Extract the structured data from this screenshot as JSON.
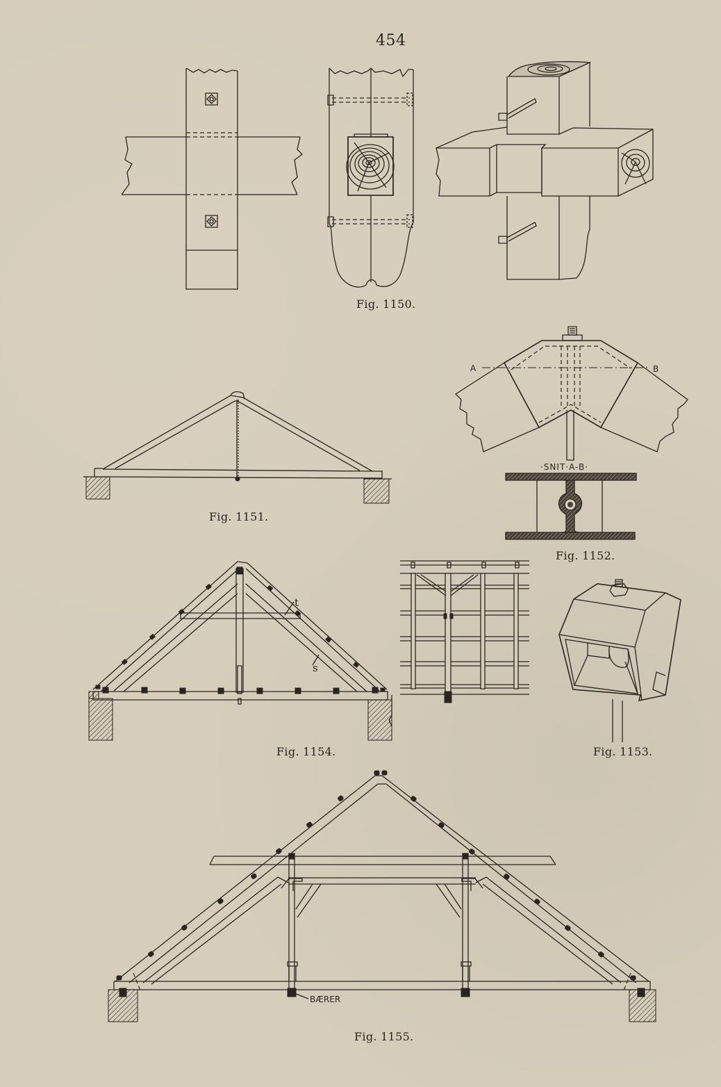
{
  "page": {
    "number": "454",
    "paper_color": "#d6cdbb",
    "ink_color": "#2a2520"
  },
  "figures": [
    {
      "id": "fig-1150",
      "caption": "Fig. 1150.",
      "description": "Timber post and beam joint: elevation, section and isometric views with bolts"
    },
    {
      "id": "fig-1151",
      "caption": "Fig. 1151.",
      "description": "Simple king-rod roof truss on wall supports"
    },
    {
      "id": "fig-1152",
      "caption": "Fig. 1152.",
      "description": "Ridge joint with bolt, and section A-B of cast shoe",
      "labels": {
        "point_a": "A",
        "point_b": "B",
        "section": "·SNIT·A-B·"
      }
    },
    {
      "id": "fig-1153",
      "caption": "Fig. 1153.",
      "description": "Isometric view of cast ridge shoe with nut and rod"
    },
    {
      "id": "fig-1154",
      "caption": "Fig. 1154.",
      "description": "Roof truss with collar tie and purlins",
      "labels": {
        "collar": "t",
        "strut": "s"
      }
    },
    {
      "id": "fig-1154-side",
      "caption": "",
      "description": "Side elevation of framing with posts and rails"
    },
    {
      "id": "fig-1155",
      "caption": "Fig. 1155.",
      "description": "Large roof truss with posts and carrier beams",
      "labels": {
        "carrier": "BÆRER"
      }
    }
  ]
}
